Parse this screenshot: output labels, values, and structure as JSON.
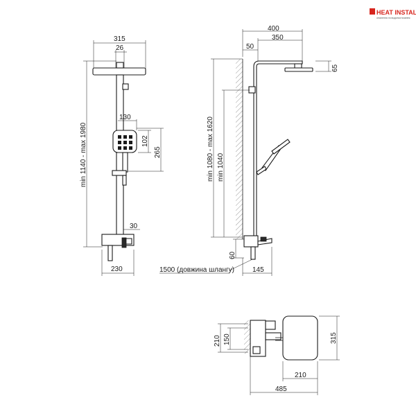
{
  "logo": {
    "brand": "HEAT INSTALL",
    "tagline": "опалення та водопостачання",
    "color": "#d7261e"
  },
  "front_view": {
    "overall_width": "315",
    "head_offset": "26",
    "height_range": "min 1140 - max 1980",
    "handshower_width": "130",
    "handshower_height": "102",
    "handshower_holder": "265",
    "mixer_offset": "30",
    "mixer_width": "230"
  },
  "side_view": {
    "total_reach": "400",
    "arm_reach": "350",
    "wall_offset": "50",
    "head_thickness": "65",
    "height_range": "min 1080 - max 1620",
    "bar_height": "min 1040",
    "wall_gap": "60",
    "mixer_depth": "145",
    "hose_note": "1500 (довжина шлангу)"
  },
  "top_view": {
    "wall_depth": "210",
    "mixer_depth": "150",
    "head_size": "315",
    "head_width": "210",
    "total_length": "485"
  }
}
